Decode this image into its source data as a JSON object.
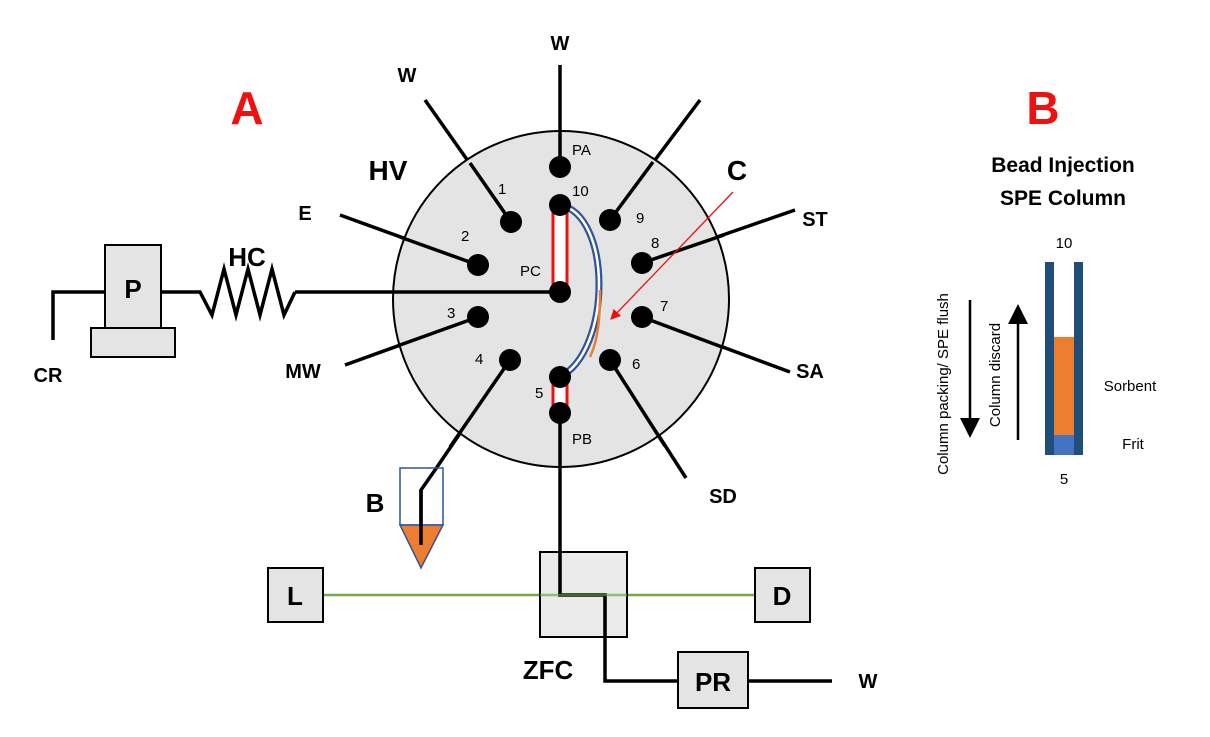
{
  "panel_a": {
    "label": "A",
    "valve_label": "HV",
    "column_label": "C",
    "ports": {
      "pa": "PA",
      "pb": "PB",
      "pc": "PC",
      "p1": "1",
      "p2": "2",
      "p3": "3",
      "p4": "4",
      "p5": "5",
      "p6": "6",
      "p7": "7",
      "p8": "8",
      "p9": "9",
      "p10": "10"
    },
    "lines": {
      "w_top": "W",
      "w_left": "W",
      "e": "E",
      "mw": "MW",
      "st": "ST",
      "sa": "SA",
      "sd": "SD",
      "w_out": "W",
      "cr": "CR"
    },
    "components": {
      "pump": "P",
      "holding_coil": "HC",
      "bead_vial": "B",
      "light_source": "L",
      "detector": "D",
      "flow_cell": "ZFC",
      "pressure_restrictor": "PR"
    }
  },
  "panel_b": {
    "label": "B",
    "title_line1": "Bead Injection",
    "title_line2": "SPE Column",
    "top_port": "10",
    "bottom_port": "5",
    "sorbent": "Sorbent",
    "frit": "Frit",
    "arrow_down_label": "Column packing/ SPE flush",
    "arrow_up_label": "Column discard"
  },
  "colors": {
    "label_red": "#ee1111",
    "valve_fill": "#e4e4e4",
    "sorbent": "#ed7d31",
    "frit": "#4472c4",
    "column_wall": "#1f4e79",
    "optical_path": "#70ad47"
  }
}
